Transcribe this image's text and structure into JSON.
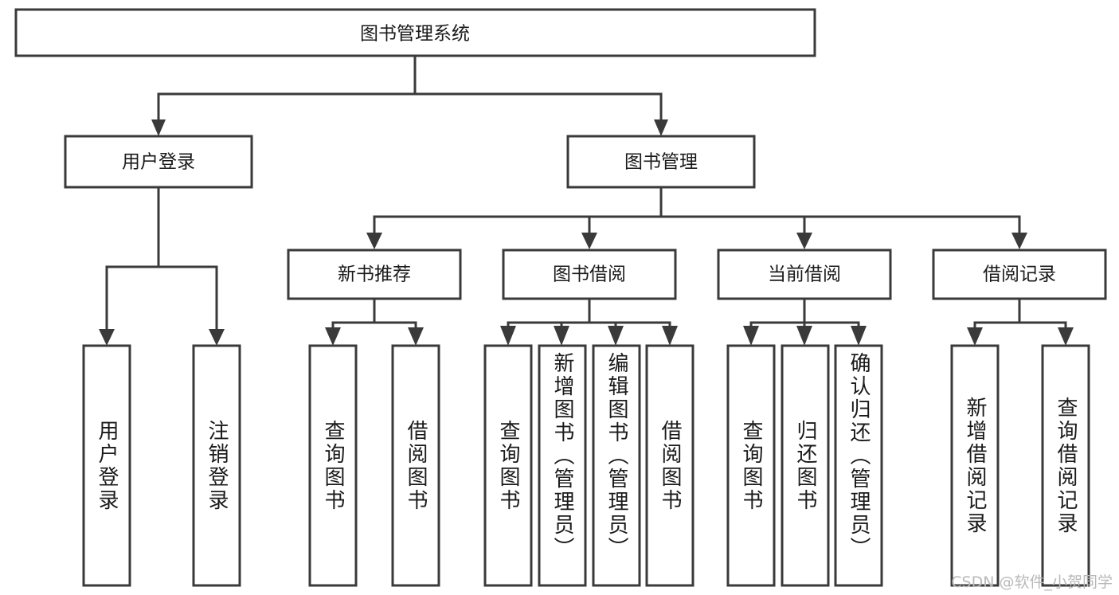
{
  "diagram": {
    "title": "图书管理系统",
    "watermark": "CSDN @软件_小贺同学",
    "root": {
      "id": "root",
      "label": "图书管理系统"
    },
    "level1": [
      {
        "id": "user-login",
        "label": "用户登录"
      },
      {
        "id": "book-management",
        "label": "图书管理"
      }
    ],
    "level2": [
      {
        "id": "new-book-recommend",
        "label": "新书推荐"
      },
      {
        "id": "book-borrow",
        "label": "图书借阅"
      },
      {
        "id": "current-borrow",
        "label": "当前借阅"
      },
      {
        "id": "borrow-record",
        "label": "借阅记录"
      }
    ],
    "leaves": {
      "user-login": [
        {
          "id": "leaf-user-login",
          "label": "用户登录"
        },
        {
          "id": "leaf-logout-login",
          "label": "注销登录"
        }
      ],
      "new-book-recommend": [
        {
          "id": "leaf-query-book-1",
          "label": "查询图书"
        },
        {
          "id": "leaf-borrow-book-1",
          "label": "借阅图书"
        }
      ],
      "book-borrow": [
        {
          "id": "leaf-query-book-2",
          "label": "查询图书"
        },
        {
          "id": "leaf-add-book",
          "label": "新增图书（管理员）"
        },
        {
          "id": "leaf-edit-book",
          "label": "编辑图书（管理员）"
        },
        {
          "id": "leaf-borrow-book-2",
          "label": "借阅图书"
        }
      ],
      "current-borrow": [
        {
          "id": "leaf-query-book-3",
          "label": "查询图书"
        },
        {
          "id": "leaf-return-book",
          "label": "归还图书"
        },
        {
          "id": "leaf-confirm-return",
          "label": "确认归还（管理员）"
        }
      ],
      "borrow-record": [
        {
          "id": "leaf-add-record",
          "label": "新增借阅记录"
        },
        {
          "id": "leaf-query-record",
          "label": "查询借阅记录"
        }
      ]
    },
    "colors": {
      "stroke": "#3a3a3a",
      "fill": "#ffffff",
      "text": "#1a1a1a",
      "watermark": "#b9b9b9"
    }
  }
}
